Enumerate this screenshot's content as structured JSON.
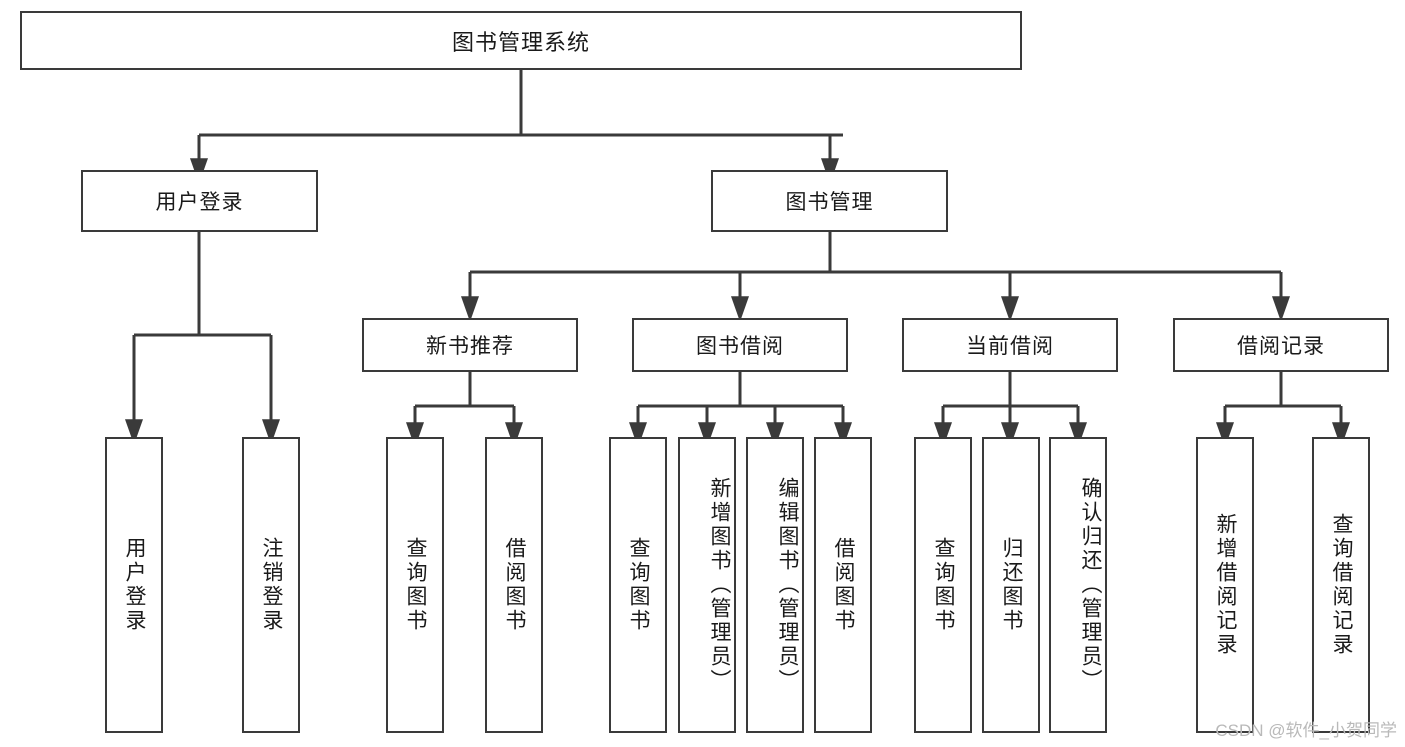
{
  "diagram": {
    "title": "图书管理系统",
    "type": "tree-hierarchy",
    "watermark": "CSDN @软件_小贺同学",
    "colors": {
      "box_border": "#3a3a3a",
      "box_fill": "#ffffff",
      "edge": "#3a3a3a",
      "text": "#1a1a1a",
      "watermark": "#b9b9b9",
      "background": "#ffffff"
    },
    "nodes": {
      "root": {
        "label": "图书管理系统"
      },
      "level2": [
        {
          "id": "user-login",
          "label": "用户登录"
        },
        {
          "id": "book-manage",
          "label": "图书管理"
        }
      ],
      "level3": [
        {
          "id": "new-book-recommend",
          "label": "新书推荐"
        },
        {
          "id": "book-borrow",
          "label": "图书借阅"
        },
        {
          "id": "current-borrow",
          "label": "当前借阅"
        },
        {
          "id": "borrow-record",
          "label": "借阅记录"
        }
      ],
      "leaves": {
        "user-login": [
          {
            "id": "leaf-user-login",
            "label": "用户登录"
          },
          {
            "id": "leaf-logout",
            "label": "注销登录"
          }
        ],
        "new-book-recommend": [
          {
            "id": "leaf-query-book-1",
            "label": "查询图书"
          },
          {
            "id": "leaf-borrow-book-1",
            "label": "借阅图书"
          }
        ],
        "book-borrow": [
          {
            "id": "leaf-query-book-2",
            "label": "查询图书"
          },
          {
            "id": "leaf-add-book",
            "label": "新增图书（管理员）"
          },
          {
            "id": "leaf-edit-book",
            "label": "编辑图书（管理员）"
          },
          {
            "id": "leaf-borrow-book-2",
            "label": "借阅图书"
          }
        ],
        "current-borrow": [
          {
            "id": "leaf-query-book-3",
            "label": "查询图书"
          },
          {
            "id": "leaf-return-book",
            "label": "归还图书"
          },
          {
            "id": "leaf-confirm-return",
            "label": "确认归还（管理员）"
          }
        ],
        "borrow-record": [
          {
            "id": "leaf-add-record",
            "label": "新增借阅记录"
          },
          {
            "id": "leaf-query-record",
            "label": "查询借阅记录"
          }
        ]
      }
    }
  }
}
